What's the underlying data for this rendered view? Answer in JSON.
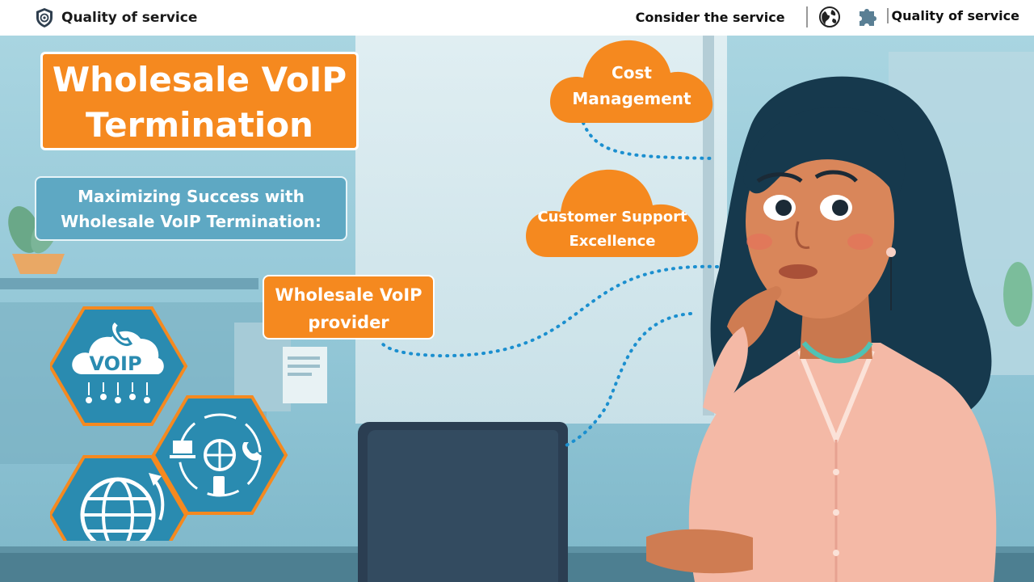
{
  "header": {
    "brand_left": "Quality of service",
    "consider": "Consider the service",
    "brand_right": "Quality of service"
  },
  "title": {
    "line1": "Wholesale VoIP",
    "line2": "Termination"
  },
  "subtitle": {
    "line1": "Maximizing Success with",
    "line2": "Wholesale VoIP Termination:"
  },
  "provider": {
    "line1": "Wholesale VoIP",
    "line2": "provider"
  },
  "clouds": {
    "cost_line1": "Cost",
    "cost_line2": "Management",
    "support_line1": "Customer Support",
    "support_line2": "Excellence"
  },
  "hex": {
    "voip_label": "VOIP"
  },
  "colors": {
    "orange": "#f5891f",
    "teal": "#2a8bb0",
    "header_bg": "#ffffff"
  },
  "icons": [
    "shield-logo-icon",
    "globe-icon",
    "puzzle-icon",
    "voip-cloud-icon",
    "network-icon",
    "globe-arrow-icon"
  ]
}
